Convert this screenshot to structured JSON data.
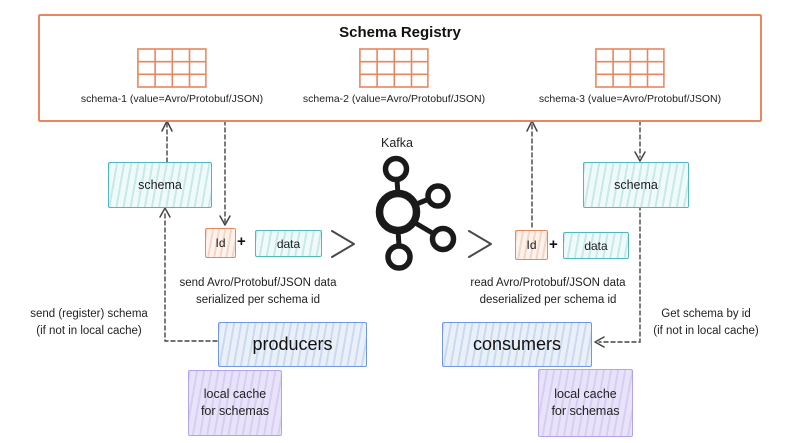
{
  "registry": {
    "title": "Schema Registry",
    "schemas": [
      {
        "icon": "table-grid-icon",
        "label": "schema-1 (value=Avro/Protobuf/JSON)"
      },
      {
        "icon": "table-grid-icon",
        "label": "schema-2 (value=Avro/Protobuf/JSON)"
      },
      {
        "icon": "table-grid-icon",
        "label": "schema-3 (value=Avro/Protobuf/JSON)"
      }
    ]
  },
  "kafka": {
    "label": "Kafka",
    "icon": "kafka-logo-icon"
  },
  "producer_side": {
    "schema_box": "schema",
    "id_box": "Id",
    "plus": "+",
    "data_box": "data",
    "flow_note_line1": "send Avro/Protobuf/JSON data",
    "flow_note_line2": "serialized per schema id",
    "register_note_line1": "send (register) schema",
    "register_note_line2": "(if not in local cache)",
    "actor": "producers",
    "cache_line1": "local cache",
    "cache_line2": "for schemas"
  },
  "consumer_side": {
    "schema_box": "schema",
    "id_box": "Id",
    "plus": "+",
    "data_box": "data",
    "flow_note_line1": "read Avro/Protobuf/JSON data",
    "flow_note_line2": "deserialized per schema id",
    "get_note_line1": "Get schema by id",
    "get_note_line2": "(if not in local cache)",
    "actor": "consumers",
    "cache_line1": "local cache",
    "cache_line2": "for schemas"
  },
  "colors": {
    "registry_border": "#e8875f",
    "schema_teal": "#4fb8bd",
    "actor_blue": "#6f97e6",
    "cache_purple": "#b3a3e8",
    "arrow": "#444444",
    "kafka_logo": "#1a1a1a"
  }
}
